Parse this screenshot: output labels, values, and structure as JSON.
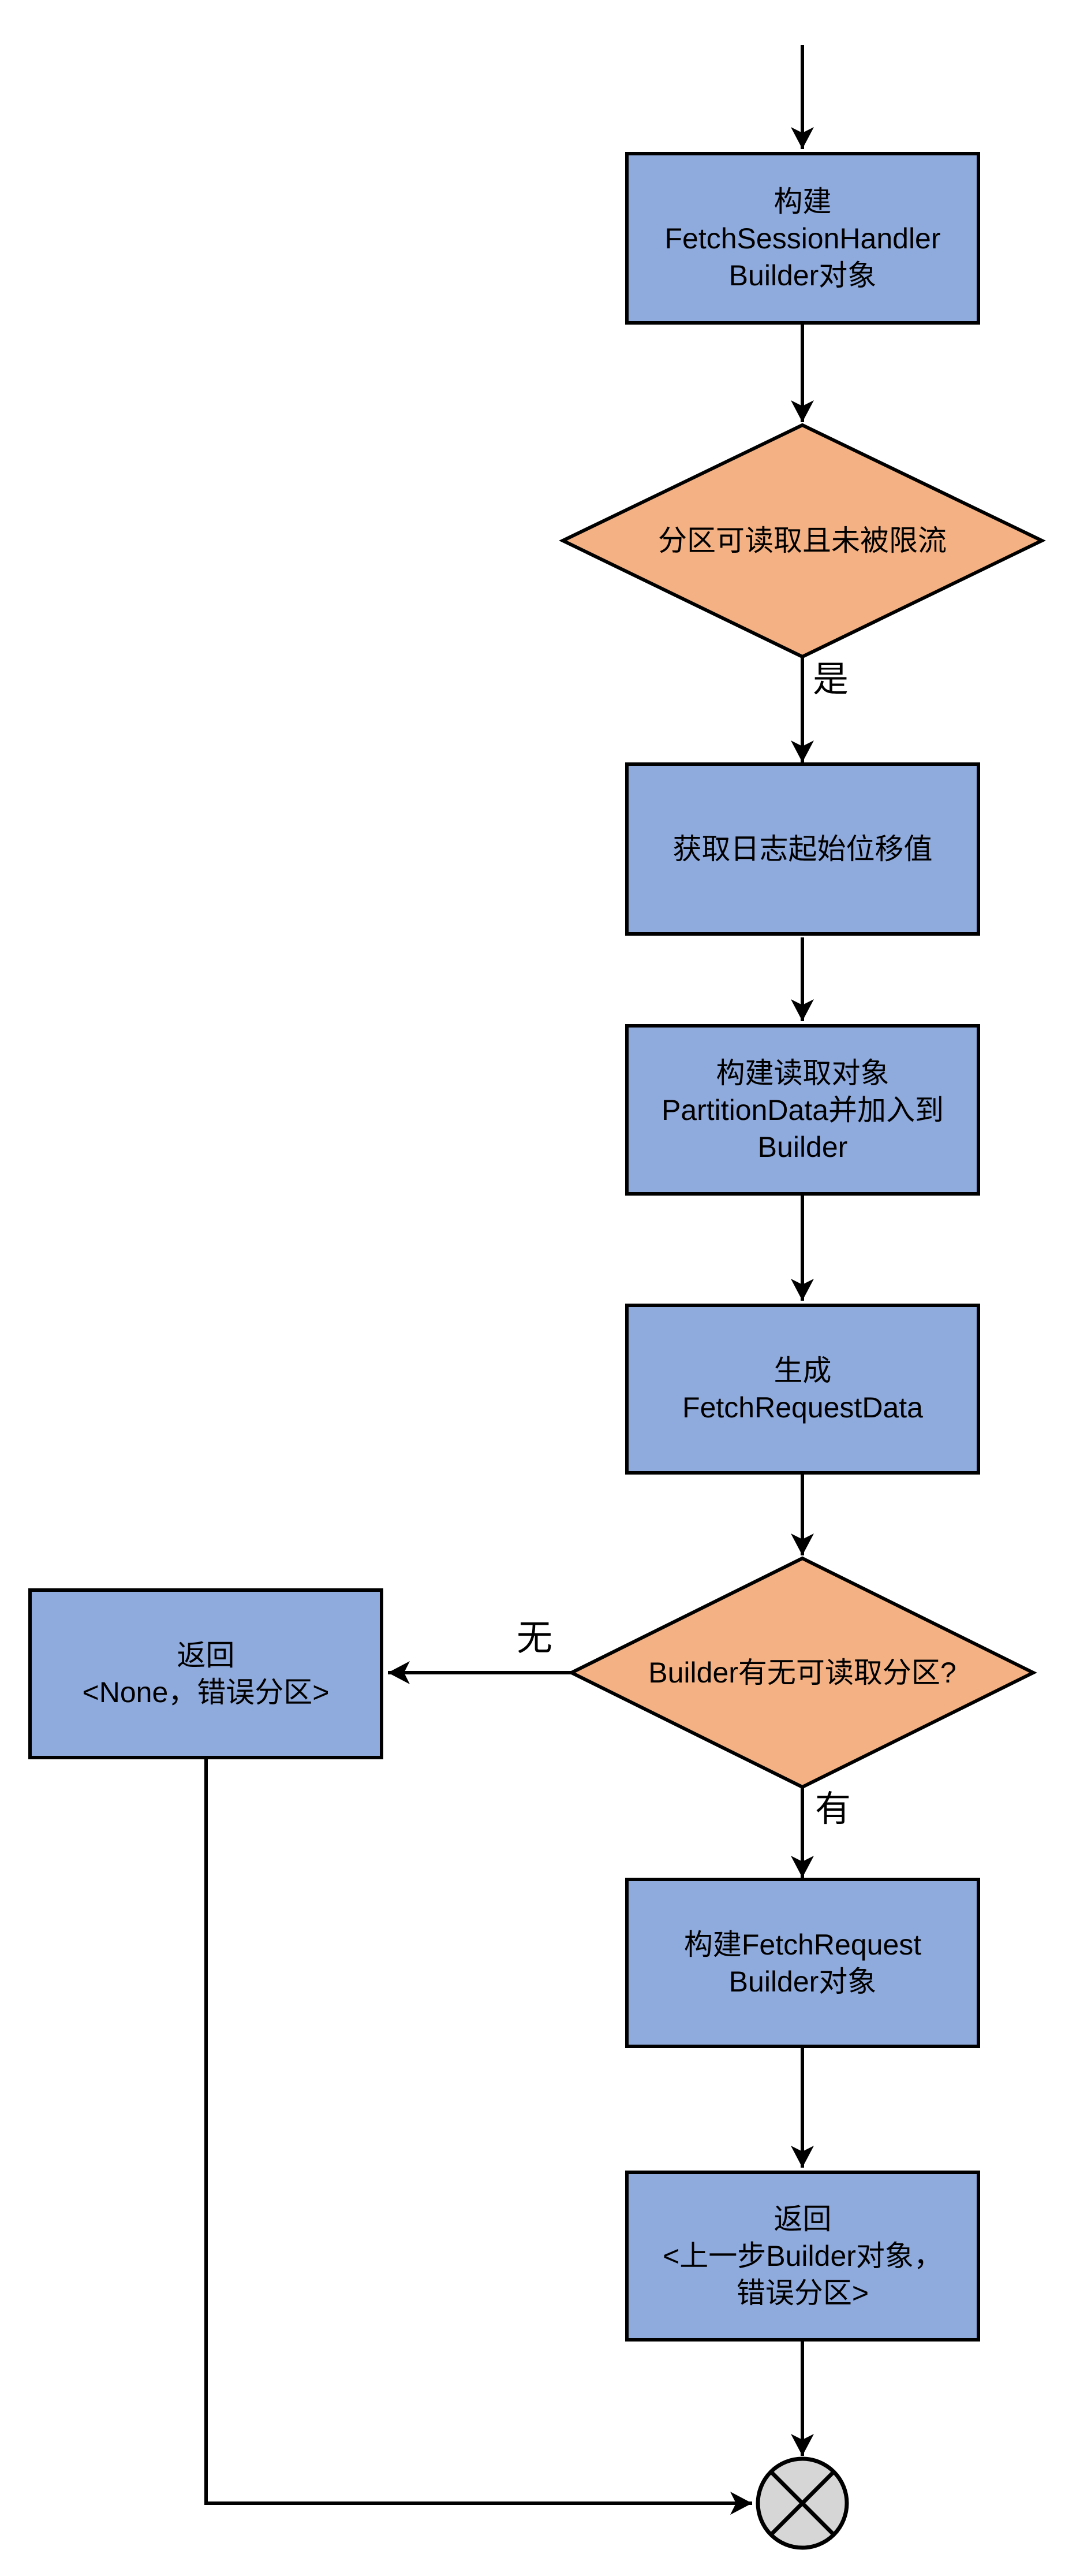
{
  "flowchart": {
    "colors": {
      "process_fill": "#8FAADC",
      "decision_fill": "#F4B183",
      "terminator_fill": "#D6D6D6",
      "stroke": "#000000",
      "background": "#FFFFFF"
    },
    "nodes": {
      "build_session_handler_builder": {
        "type": "process",
        "label": "构建\nFetchSessionHandler\nBuilder对象"
      },
      "partition_readable_unthrottled": {
        "type": "decision",
        "label": "分区可读取且未被限流"
      },
      "get_log_start_offset": {
        "type": "process",
        "label": "获取日志起始位移值"
      },
      "build_partition_data_add_builder": {
        "type": "process",
        "label": "构建读取对象\nPartitionData并加入到\nBuilder"
      },
      "generate_fetch_request_data": {
        "type": "process",
        "label": "生成\nFetchRequestData"
      },
      "builder_has_readable_partitions": {
        "type": "decision",
        "label": "Builder有无可读取分区?"
      },
      "return_none_error_partitions": {
        "type": "process",
        "label": "返回\n<None，错误分区>"
      },
      "build_fetch_request_builder": {
        "type": "process",
        "label": "构建FetchRequest\nBuilder对象"
      },
      "return_builder_error_partitions": {
        "type": "process",
        "label": "返回\n<上一步Builder对象，\n错误分区>"
      },
      "end_terminator": {
        "type": "terminator",
        "label": ""
      }
    },
    "edge_labels": {
      "yes": "是",
      "none": "无",
      "has": "有"
    }
  }
}
